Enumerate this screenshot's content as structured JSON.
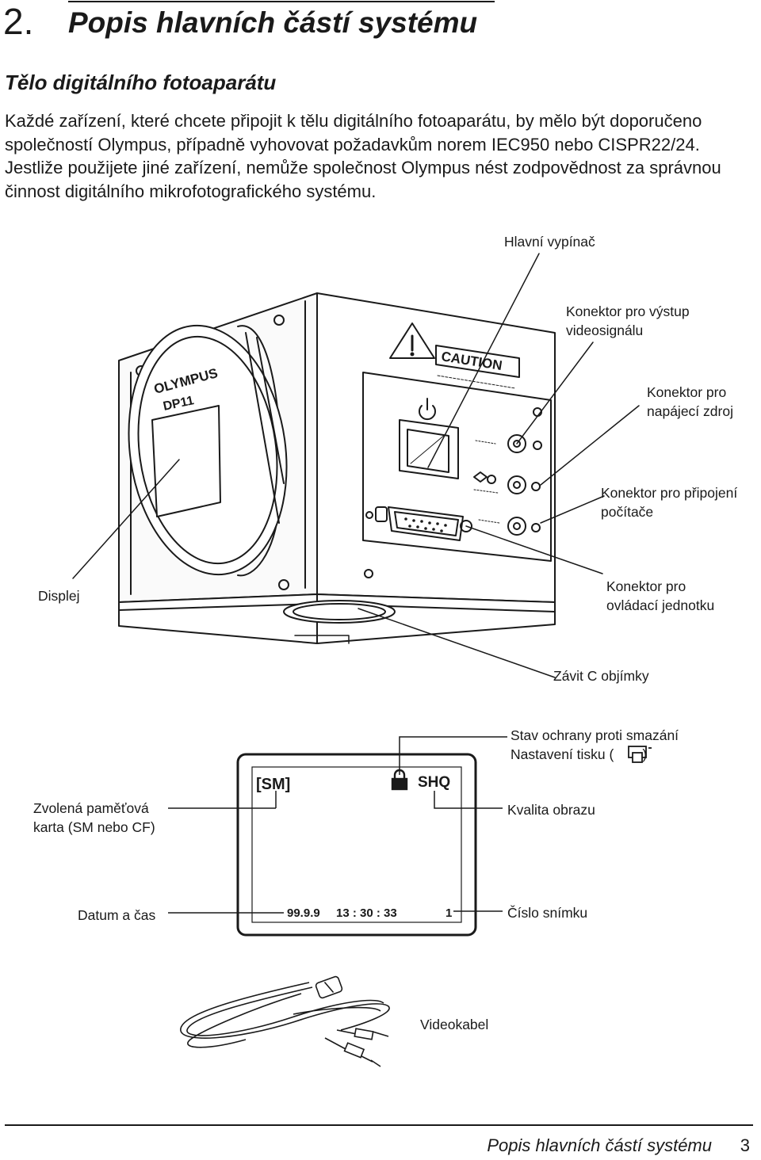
{
  "header": {
    "chapter_number": "2.",
    "chapter_title": "Popis hlavních částí systému"
  },
  "section": {
    "title": "Tělo digitálního fotoaparátu",
    "intro": "Každé zařízení, které chcete připojit k tělu digitálního fotoaparátu, by mělo být doporučeno společností Olympus, případně vyhovovat požadavkům norem IEC950 nebo CISPR22/24. Jestliže použijete jiné zařízení, nemůže společnost Olympus nést zodpovědnost za správnou činnost digitálního mikrofotografického systému."
  },
  "camera_diagram": {
    "printed_on_device": {
      "brand": "OLYMPUS",
      "model": "DP11",
      "warning": "CAUTION"
    },
    "labels": {
      "power_switch": "Hlavní vypínač",
      "video_out_1": "Konektor pro výstup",
      "video_out_2": "videosignálu",
      "power_in_1": "Konektor pro",
      "power_in_2": "napájecí zdroj",
      "pc_1": "Konektor pro připojení",
      "pc_2": "počítače",
      "display": "Displej",
      "control_1": "Konektor pro",
      "control_2": "ovládací jednotku",
      "c_mount": "Závit C objímky"
    }
  },
  "lcd_diagram": {
    "screen": {
      "card": "[SM]",
      "quality": "SHQ",
      "date": "99.9.9",
      "time": "13 : 30 : 33",
      "frame": "1"
    },
    "labels": {
      "protect": "Stav ochrany proti smazání",
      "print_pre": "Nastavení tisku (",
      "print_post": ")",
      "card_1": "Zvolená paměťová",
      "card_2": "karta (SM nebo CF)",
      "quality": "Kvalita obrazu",
      "datetime": "Datum a čas",
      "frame_no": "Číslo snímku"
    },
    "icons": [
      "lock-icon",
      "print-icon"
    ]
  },
  "cable": {
    "label": "Videokabel"
  },
  "footer": {
    "title": "Popis hlavních částí systému",
    "page": "3"
  }
}
